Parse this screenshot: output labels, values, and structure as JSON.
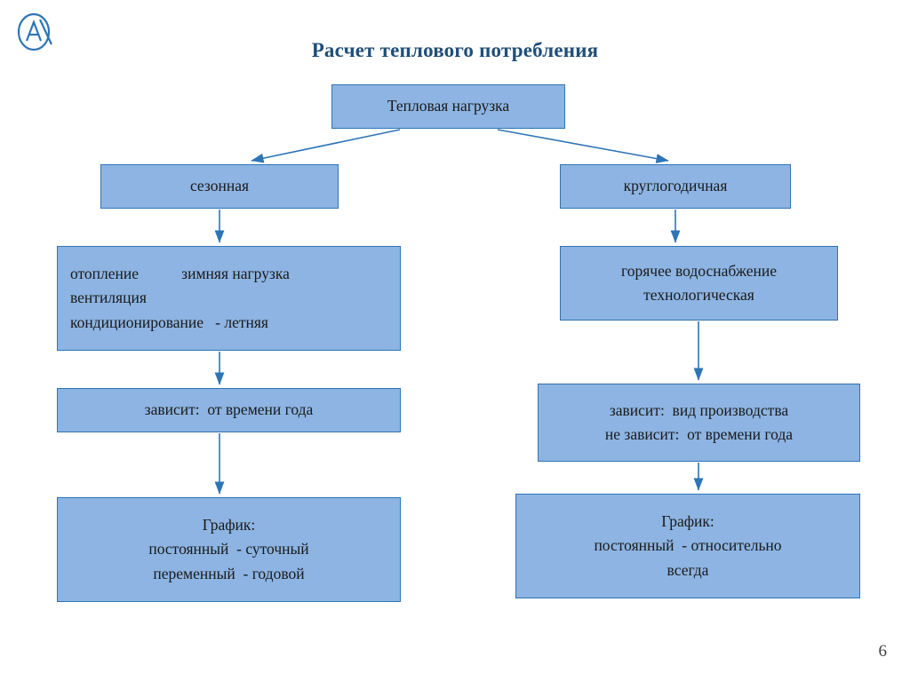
{
  "title": "Расчет теплового потребления",
  "page_number": "6",
  "colors": {
    "box_fill": "#8db4e2",
    "box_border": "#2e75b6",
    "title_color": "#1f4e79",
    "arrow_color": "#2e75b6",
    "logo_color": "#2e75b6"
  },
  "boxes": {
    "load": {
      "lines": [
        "Тепловая нагрузка"
      ]
    },
    "seasonal": {
      "lines": [
        "сезонная"
      ]
    },
    "year_round": {
      "lines": [
        "круглогодичная"
      ]
    },
    "heating": {
      "lines": [
        "отопление           зимняя нагрузка",
        "вентиляция",
        "кондиционирование   - летняя"
      ]
    },
    "hot_water": {
      "lines": [
        "горячее водоснабжение",
        "технологическая"
      ]
    },
    "depends_left": {
      "lines": [
        "зависит:  от времени года"
      ]
    },
    "depends_right": {
      "lines": [
        "зависит:  вид производства",
        "не зависит:  от времени года"
      ]
    },
    "graph_left": {
      "lines": [
        "График:",
        "постоянный  - суточный",
        "переменный  - годовой"
      ]
    },
    "graph_right": {
      "lines": [
        "График:",
        "постоянный  - относительно",
        "всегда"
      ]
    }
  }
}
